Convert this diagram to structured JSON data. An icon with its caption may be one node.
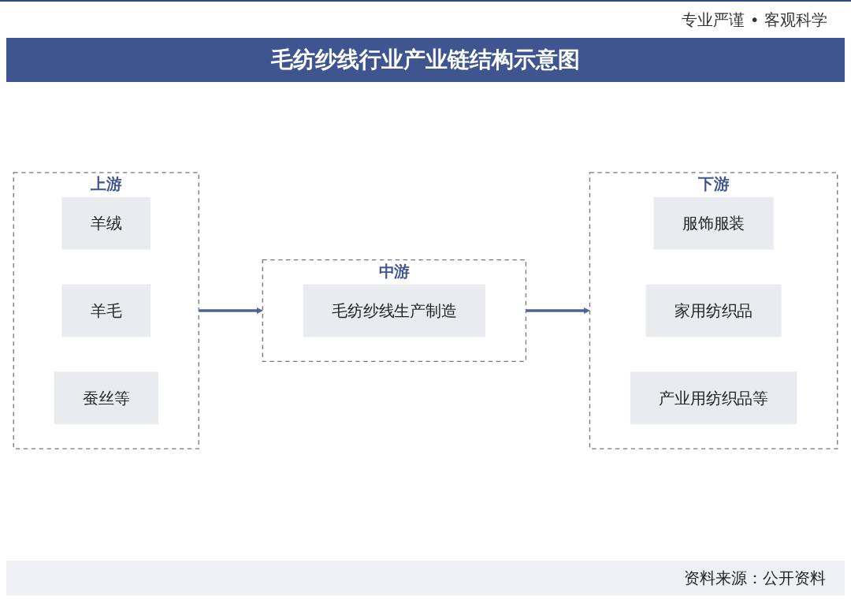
{
  "diagram": {
    "title": "毛纺纱线行业产业链结构示意图",
    "nodes": [
      {
        "text": [
          "上游"
        ]
      },
      {
        "text": [
          "羊绒"
        ],
        "in": 0
      },
      {
        "text": [
          "羊毛"
        ],
        "in": 0
      },
      {
        "text": [
          "蚕丝等"
        ],
        "in": 0
      },
      {
        "text": [
          "中游"
        ]
      },
      {
        "text": [
          "毛纺纱线生产制造"
        ],
        "in": 4
      },
      {
        "text": [
          "下游"
        ]
      },
      {
        "text": [
          "服饰服装"
        ],
        "in": 6
      },
      {
        "text": [
          "家用纺织品"
        ],
        "in": 6
      },
      {
        "text": [
          "产业用纺织品等"
        ],
        "in": 6
      }
    ],
    "edges": [
      {
        "from": 0,
        "to": 4,
        "arrow": "to"
      },
      {
        "from": 4,
        "to": 6,
        "arrow": "to"
      }
    ],
    "labels": [
      "专业严谨 • 客观科学",
      "资料来源：公开资料"
    ]
  }
}
